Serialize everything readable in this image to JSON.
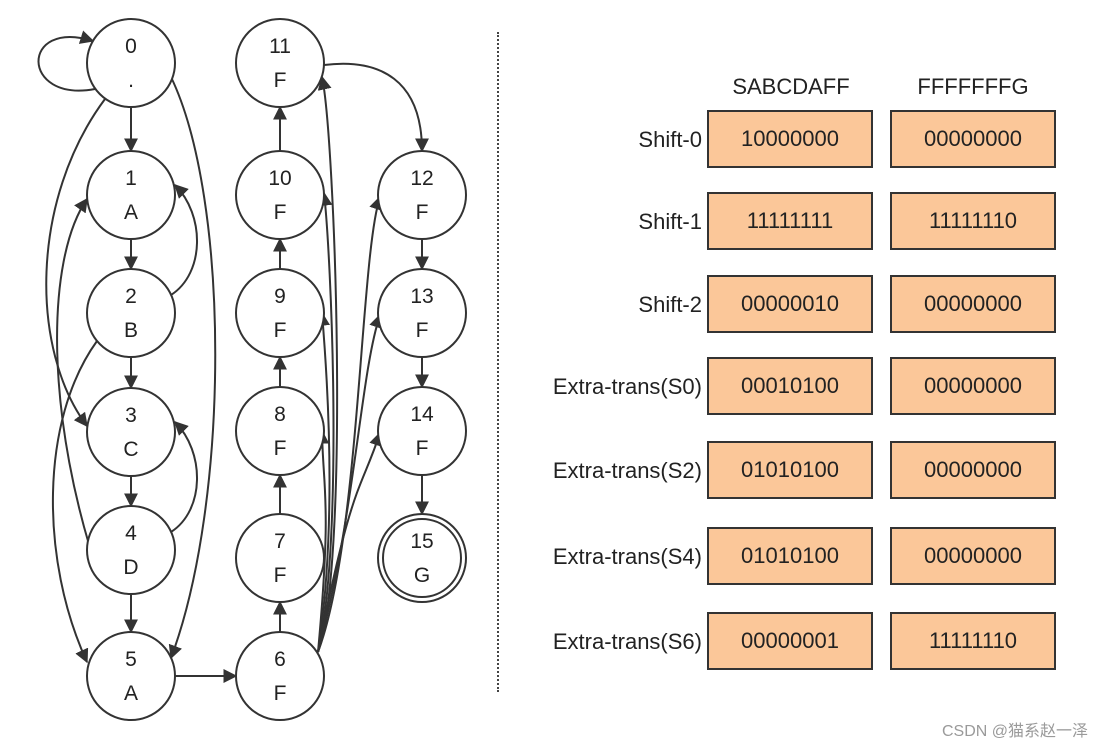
{
  "colors": {
    "cell_fill": "#fbc799",
    "stroke": "#333333"
  },
  "nodes": [
    {
      "id": "0",
      "num": "0",
      "sym": "."
    },
    {
      "id": "1",
      "num": "1",
      "sym": "A"
    },
    {
      "id": "2",
      "num": "2",
      "sym": "B"
    },
    {
      "id": "3",
      "num": "3",
      "sym": "C"
    },
    {
      "id": "4",
      "num": "4",
      "sym": "D"
    },
    {
      "id": "5",
      "num": "5",
      "sym": "A"
    },
    {
      "id": "6",
      "num": "6",
      "sym": "F"
    },
    {
      "id": "7",
      "num": "7",
      "sym": "F"
    },
    {
      "id": "8",
      "num": "8",
      "sym": "F"
    },
    {
      "id": "9",
      "num": "9",
      "sym": "F"
    },
    {
      "id": "10",
      "num": "10",
      "sym": "F"
    },
    {
      "id": "11",
      "num": "11",
      "sym": "F"
    },
    {
      "id": "12",
      "num": "12",
      "sym": "F"
    },
    {
      "id": "13",
      "num": "13",
      "sym": "F"
    },
    {
      "id": "14",
      "num": "14",
      "sym": "F"
    },
    {
      "id": "15",
      "num": "15",
      "sym": "G",
      "accepting": true
    }
  ],
  "table": {
    "columns": [
      "SABCDAFF",
      "FFFFFFFG"
    ],
    "rows": [
      {
        "label": "Shift-0",
        "values": [
          "10000000",
          "00000000"
        ]
      },
      {
        "label": "Shift-1",
        "values": [
          "11111111",
          "11111110"
        ]
      },
      {
        "label": "Shift-2",
        "values": [
          "00000010",
          "00000000"
        ]
      },
      {
        "label": "Extra-trans(S0)",
        "values": [
          "00010100",
          "00000000"
        ]
      },
      {
        "label": "Extra-trans(S2)",
        "values": [
          "01010100",
          "00000000"
        ]
      },
      {
        "label": "Extra-trans(S4)",
        "values": [
          "01010100",
          "00000000"
        ]
      },
      {
        "label": "Extra-trans(S6)",
        "values": [
          "00000001",
          "11111110"
        ]
      }
    ]
  },
  "watermark": "CSDN @猫系赵一泽"
}
